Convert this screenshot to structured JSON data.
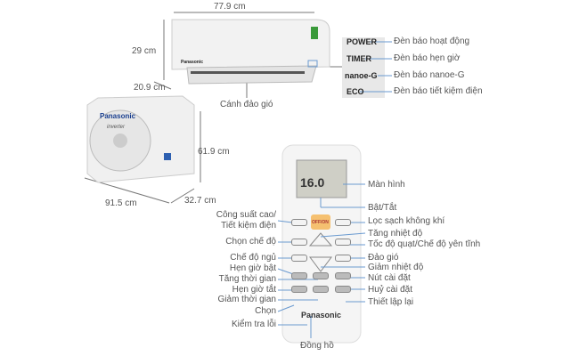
{
  "dimensions": {
    "indoor_width": "77.9 cm",
    "indoor_height": "29 cm",
    "indoor_depth": "20.9 cm",
    "outdoor_height": "61.9 cm",
    "outdoor_width": "91.5 cm",
    "outdoor_depth": "32.7 cm"
  },
  "indoor": {
    "louver_label": "Cánh đảo gió",
    "brand": "Panasonic"
  },
  "indicators": [
    {
      "code": "POWER",
      "label": "Đèn báo hoạt động"
    },
    {
      "code": "TIMER",
      "label": "Đèn báo hẹn giờ"
    },
    {
      "code": "nanoe-G",
      "label": "Đèn báo nanoe-G"
    },
    {
      "code": "ECO",
      "label": "Đèn báo tiết kiệm điện"
    }
  ],
  "outdoor": {
    "brand": "Panasonic",
    "sub": "inverter"
  },
  "remote": {
    "display_temp": "16.0",
    "brand": "Panasonic",
    "power_button": "OFF/ON",
    "left_labels": [
      "Công suất cao/",
      "Tiết kiệm điện",
      "Chọn chế độ",
      "Chế độ ngủ",
      "Hẹn giờ bật",
      "Tăng thời gian",
      "Hẹn giờ tắt",
      "Giảm thời gian",
      "Chọn",
      "Kiểm tra lỗi"
    ],
    "right_labels": [
      "Màn hình",
      "Bật/Tắt",
      "Lọc sạch không khí",
      "Tăng nhiệt độ",
      "Tốc độ quạt/Chế độ yên tĩnh",
      "Đảo gió",
      "Giảm nhiệt độ",
      "Nút cài đặt",
      "Huỷ cài đặt",
      "Thiết lập lại"
    ],
    "bottom_label": "Đồng hồ"
  }
}
